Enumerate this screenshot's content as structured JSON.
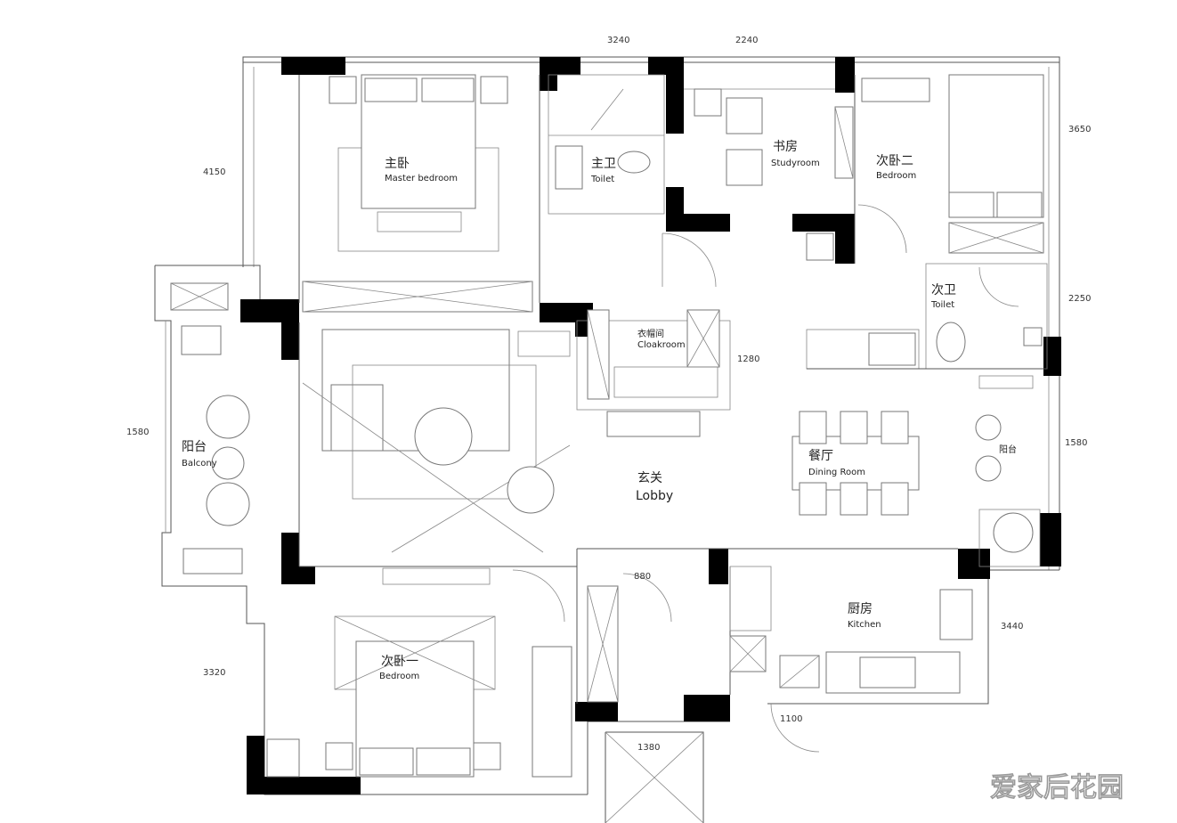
{
  "rooms": {
    "master_bedroom": {
      "zh": "主卧",
      "en": "Master bedroom"
    },
    "toilet_master": {
      "zh": "主卫",
      "en": "Toilet"
    },
    "study": {
      "zh": "书房",
      "en": "Studyroom"
    },
    "bedroom_2": {
      "zh": "次卧二",
      "en": "Bedroom"
    },
    "toilet_2": {
      "zh": "次卫",
      "en": "Toilet"
    },
    "cloakroom": {
      "zh": "衣帽间",
      "en": "Cloakroom"
    },
    "balcony_1": {
      "zh": "阳台",
      "en": "Balcony"
    },
    "lobby": {
      "zh": "玄关",
      "en": "Lobby"
    },
    "dining": {
      "zh": "餐厅",
      "en": "Dining Room"
    },
    "balcony_2": {
      "zh": "阳台",
      "en": ""
    },
    "bedroom_1": {
      "zh": "次卧一",
      "en": "Bedroom"
    },
    "kitchen": {
      "zh": "厨房",
      "en": "Kitchen"
    }
  },
  "dimension_labels": [
    {
      "id": "top_left",
      "text": "3240"
    },
    {
      "id": "top_mid",
      "text": "2240"
    },
    {
      "id": "left_upper",
      "text": "4150"
    },
    {
      "id": "right_upper",
      "text": "3650"
    },
    {
      "id": "right_mid",
      "text": "2250"
    },
    {
      "id": "left_balcony",
      "text": "1580"
    },
    {
      "id": "right_side",
      "text": "1580"
    },
    {
      "id": "left_lower",
      "text": "3320"
    },
    {
      "id": "right_lower",
      "text": "3440"
    },
    {
      "id": "corridor",
      "text": "880"
    },
    {
      "id": "kitchen_bottom",
      "text": "1100"
    },
    {
      "id": "cloak_side",
      "text": "1280"
    },
    {
      "id": "bottom_shaft",
      "text": "1380"
    }
  ],
  "watermark": "爱家后花园"
}
